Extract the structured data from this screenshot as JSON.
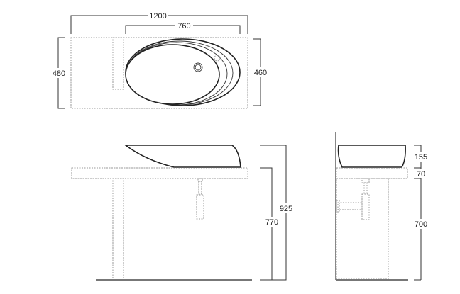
{
  "top_view": {
    "width_overall": "1200",
    "width_basin": "760",
    "depth_overall": "480",
    "depth_basin": "460"
  },
  "front_view": {
    "counter_height": "770",
    "total_height": "925"
  },
  "side_view": {
    "basin_height": "155",
    "counter_thickness": "70",
    "cabinet_height": "700"
  }
}
